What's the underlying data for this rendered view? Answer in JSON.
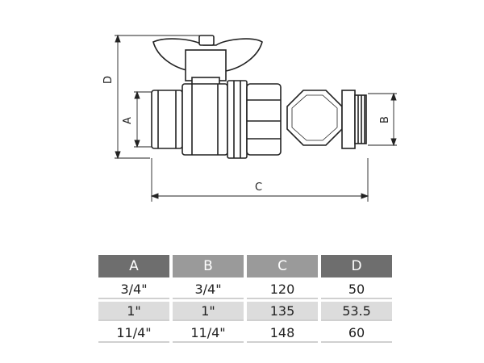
{
  "dimension_labels": {
    "a": "A",
    "b": "B",
    "c": "C",
    "d": "D"
  },
  "table": {
    "headers": [
      "A",
      "B",
      "C",
      "D"
    ],
    "rows": [
      [
        "3/4\"",
        "3/4\"",
        "120",
        "50"
      ],
      [
        "1\"",
        "1\"",
        "135",
        "53.5"
      ],
      [
        "11/4\"",
        "11/4\"",
        "148",
        "60"
      ]
    ]
  },
  "colors": {
    "header_dark": "#6e6e6e",
    "header_mid": "#9a9a9a",
    "row_shade": "#dcdcdc",
    "line": "#222222"
  }
}
